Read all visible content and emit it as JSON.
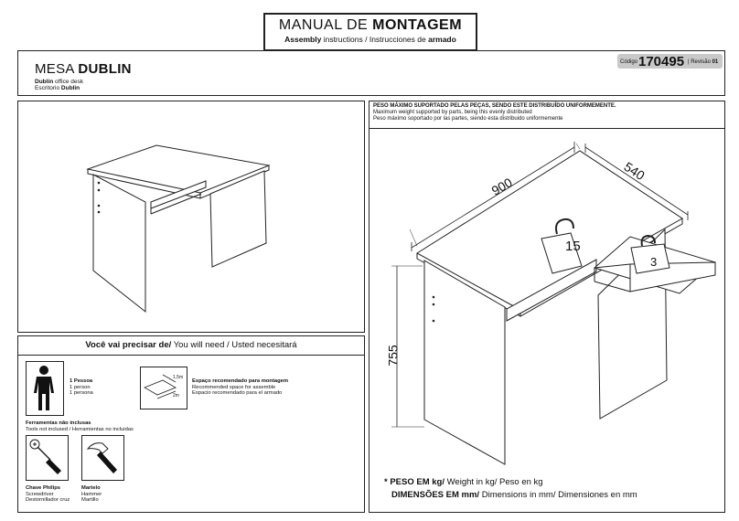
{
  "header": {
    "title_light": "MANUAL DE",
    "title_bold": "MONTAGEM",
    "subtitle_assembly": "Assembly",
    "subtitle_instructions": "instructions",
    "subtitle_sep": "/",
    "subtitle_instrucciones": "Instrucciones de",
    "subtitle_armado": "armado"
  },
  "product": {
    "name_light": "MESA",
    "name_bold": "DUBLIN",
    "en_bold": "Dublin",
    "en_rest": "office desk",
    "es_rest": "Escritorio",
    "es_bold": "Dublin",
    "code_label": "Código",
    "code": "170495",
    "revision_label": "| Revisão",
    "revision": "01"
  },
  "needs": {
    "title_bold": "Você vai precisar de/",
    "title_rest": "You will need / Usted necesitará",
    "person_bold": "1 Pessoa",
    "person_en": "1 person",
    "person_es": "1 persona",
    "space_bold": "Espaço recomendado para montagem",
    "space_en": "Recommended space for assemble",
    "space_es": "Espacio recomendado para el armado",
    "space_w": "1,5m",
    "space_d": "2m",
    "tools_bold": "Ferramentas não inclusas",
    "tools_rest": "Tools not inclused / Herramientas no incluidas",
    "tool1_bold": "Chave Philips",
    "tool1_en": "Screwdriver",
    "tool1_es": "Destornillador cruz",
    "tool2_bold": "Martelo",
    "tool2_en": "Hammer",
    "tool2_es": "Martillo"
  },
  "specs": {
    "note_bold": "PESO MÁXIMO SUPORTADO PELAS PEÇAS, SENDO ESTE DISTRIBUÍDO UNIFORMEMENTE.",
    "note_en": "Maximum weight supported by parts, being this evenly distributed",
    "note_es": "Peso máximo soportado por las partes, siendo esta distribuido uniformemente",
    "width": "900",
    "depth": "540",
    "height": "755",
    "weight_top": "15",
    "weight_drawer": "3",
    "legend_weight_bold": "* PESO EM kg/",
    "legend_weight_rest": "Weight in kg/ Peso en kg",
    "legend_dim_bold": "DIMENSÕES EM mm/",
    "legend_dim_rest": "Dimensions in mm/ Dimensiones en mm"
  }
}
